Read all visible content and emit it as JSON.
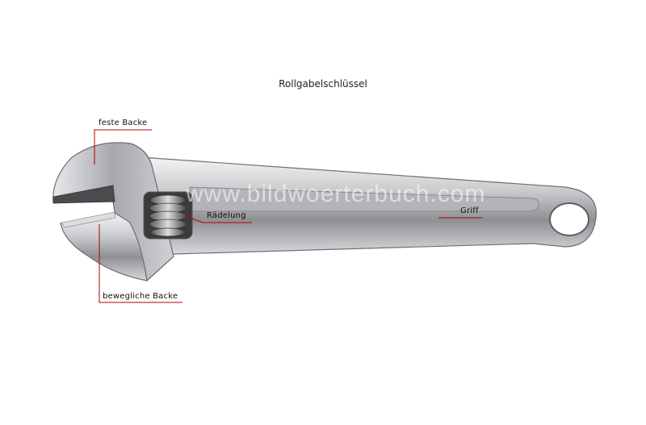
{
  "title": "Rollgabelschlüssel",
  "labels": {
    "fixed_jaw": "feste Backe",
    "movable_jaw": "bewegliche Backe",
    "knurl": "Rädelung",
    "handle": "Griff"
  },
  "watermark": "www.bildwoerterbuch.com",
  "colors": {
    "leader_line": "#b00000"
  }
}
